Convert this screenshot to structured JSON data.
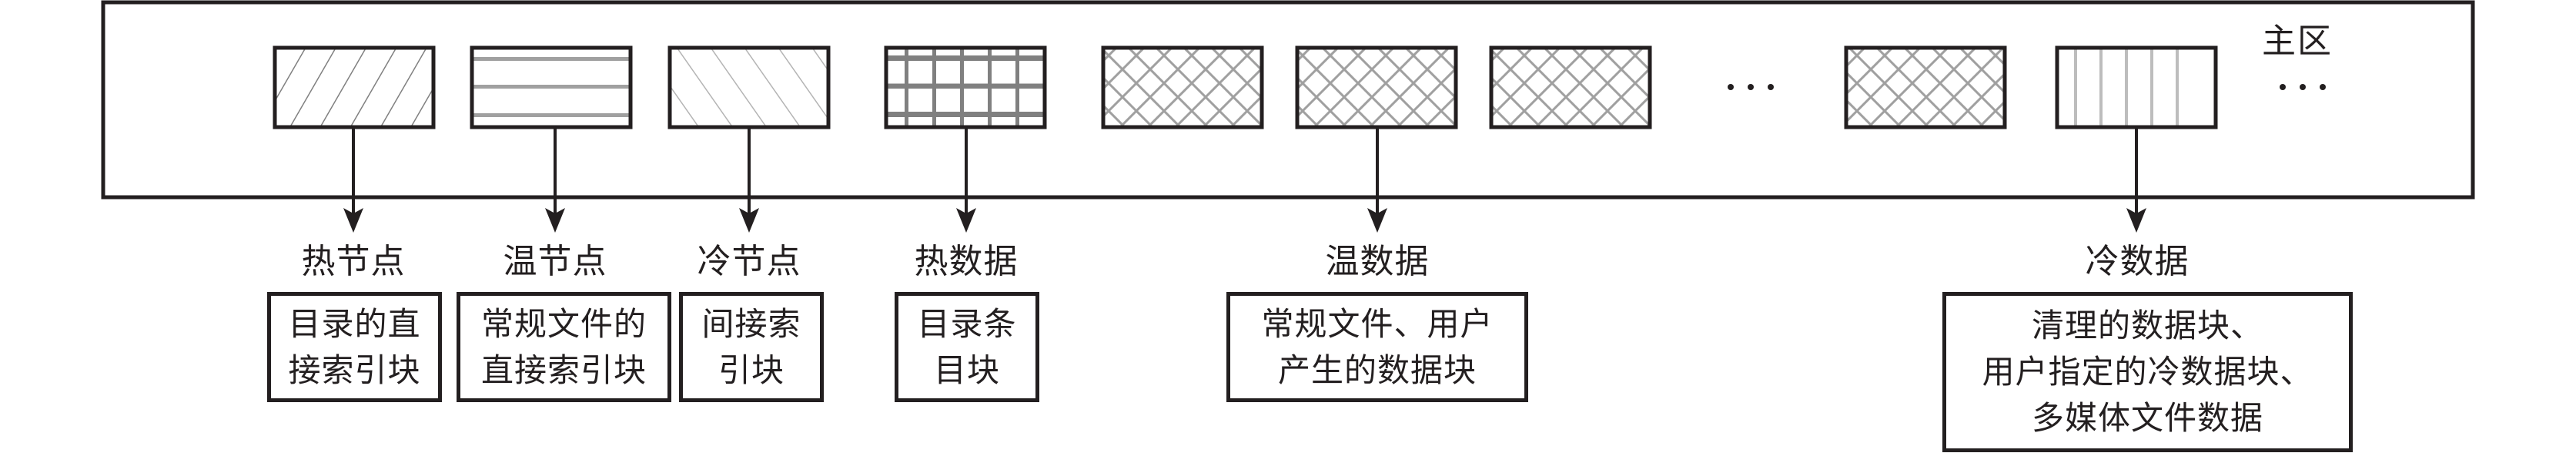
{
  "main_region": {
    "label": "主区",
    "ellipsis_inner": "…",
    "ellipsis_corner": "…"
  },
  "blocks": [
    {
      "pattern": "diagonal-forward",
      "category": "hot-node"
    },
    {
      "pattern": "horizontal-lines",
      "category": "warm-node"
    },
    {
      "pattern": "diagonal-backward",
      "category": "cold-node"
    },
    {
      "pattern": "grid",
      "category": "hot-data"
    },
    {
      "pattern": "crosshatch",
      "category": "warm-data"
    },
    {
      "pattern": "crosshatch",
      "category": "warm-data"
    },
    {
      "pattern": "crosshatch",
      "category": "warm-data"
    },
    {
      "pattern": "crosshatch",
      "category": "warm-data"
    },
    {
      "pattern": "vertical-lines",
      "category": "cold-data"
    }
  ],
  "categories": [
    {
      "id": "hot-node",
      "title": "热节点",
      "lines": [
        "目录的直",
        "接索引块"
      ]
    },
    {
      "id": "warm-node",
      "title": "温节点",
      "lines": [
        "常规文件的",
        "直接索引块"
      ]
    },
    {
      "id": "cold-node",
      "title": "冷节点",
      "lines": [
        "间接索",
        "引块"
      ]
    },
    {
      "id": "hot-data",
      "title": "热数据",
      "lines": [
        "目录条",
        "目块"
      ]
    },
    {
      "id": "warm-data",
      "title": "温数据",
      "lines": [
        "常规文件、用户",
        "产生的数据块"
      ]
    },
    {
      "id": "cold-data",
      "title": "冷数据",
      "lines": [
        "清理的数据块、",
        "用户指定的冷数据块、",
        "多媒体文件数据"
      ]
    }
  ],
  "colors": {
    "stroke": "#231f20",
    "hatch_dark": "#808080",
    "hatch_mid": "#a0a0a0",
    "hatch_light": "#bdbdbd"
  }
}
